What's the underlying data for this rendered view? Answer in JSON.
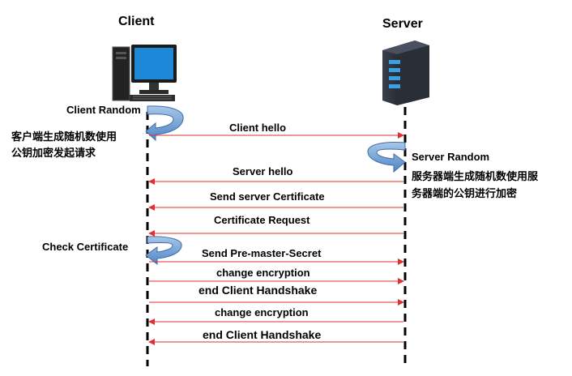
{
  "participants": {
    "client": "Client",
    "server": "Server"
  },
  "notes": {
    "client_random": "Client Random",
    "client_random_desc_1": "客户端生成随机数使用",
    "client_random_desc_2": "公钥加密发起请求",
    "server_random": "Server Random",
    "server_random_desc_1": "服务器端生成随机数使用服",
    "server_random_desc_2": "务器端的公钥进行加密",
    "check_certificate": "Check Certificate"
  },
  "messages": [
    {
      "label": "Client hello",
      "direction": "to-server"
    },
    {
      "label": "Server hello",
      "direction": "to-client"
    },
    {
      "label": "Send server Certificate",
      "direction": "to-client"
    },
    {
      "label": "Certificate  Request",
      "direction": "to-client"
    },
    {
      "label": "Send Pre-master-Secret",
      "direction": "to-server"
    },
    {
      "label": "change encryption",
      "direction": "to-server"
    },
    {
      "label": "end Client Handshake",
      "direction": "to-server"
    },
    {
      "label": "change encryption",
      "direction": "to-client"
    },
    {
      "label": "end Client Handshake",
      "direction": "to-client"
    }
  ],
  "colors": {
    "arrow": "#e03030",
    "loop_arrow": "#5b9bd5",
    "lifeline": "#000000"
  }
}
